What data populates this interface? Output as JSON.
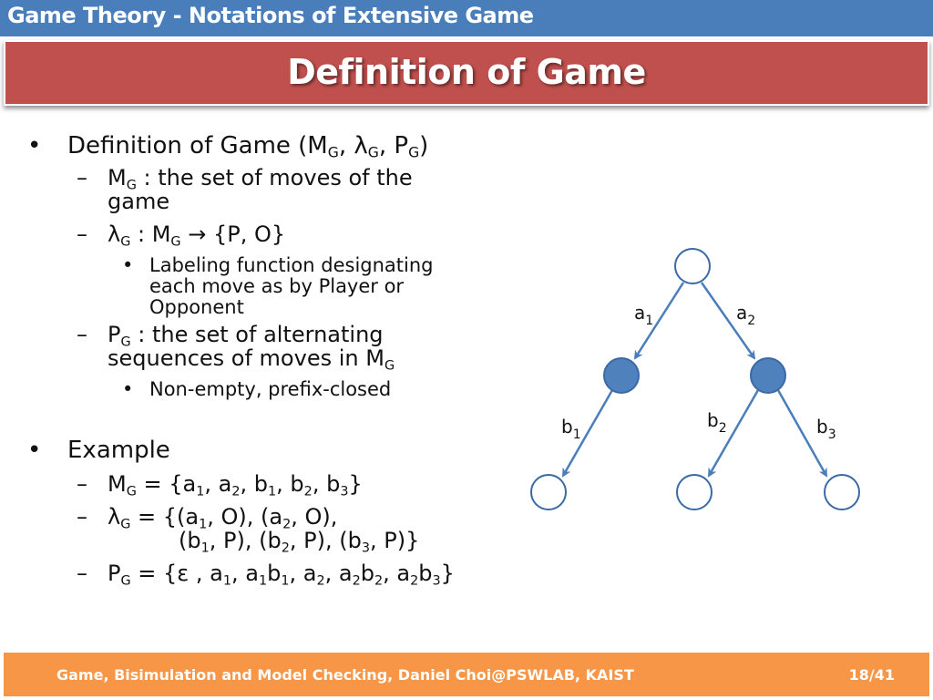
{
  "header": {
    "title": "Game Theory - Notations of Extensive Game"
  },
  "slide": {
    "title": "Definition of Game"
  },
  "content": {
    "def_heading": "Definition of Game (M",
    "def_G1": "G",
    "def_sep1": ", λ",
    "def_G2": "G",
    "def_sep2": ", P",
    "def_G3": "G",
    "def_close": ")",
    "mg_prefix": "M",
    "mg_sub": "G",
    "mg_text_1": " : the set of moves of the",
    "mg_text_2": "game",
    "lambda_prefix": "λ",
    "lambda_sub": "G",
    "lambda_mid": " : M",
    "lambda_sub2": "G",
    "lambda_rest": " → {P, O}",
    "labeling_1": "Labeling function designating",
    "labeling_2": "each move as by Player or",
    "labeling_3": "Opponent",
    "pg_prefix": "P",
    "pg_sub": "G",
    "pg_text_1": " : the set of alternating",
    "pg_text_2": "sequences of moves in M",
    "pg_sub2": "G",
    "nonempty": "Non-empty, prefix-closed",
    "example_heading": "Example",
    "ex_mg": "M",
    "ex_mg_sub": "G",
    "ex_mg_eq": " = {a",
    "ex_mg_s1": "1",
    "ex_mg_c1": ", a",
    "ex_mg_s2": "2",
    "ex_mg_c2": ", b",
    "ex_mg_s3": "1",
    "ex_mg_c3": ", b",
    "ex_mg_s4": "2",
    "ex_mg_c4": ", b",
    "ex_mg_s5": "3",
    "ex_mg_end": "}",
    "ex_l": "λ",
    "ex_l_sub": "G",
    "ex_l_eq": " = {(a",
    "ex_l_s1": "1",
    "ex_l_c1": ", O), (a",
    "ex_l_s2": "2",
    "ex_l_c2": ", O),",
    "ex_l2_a": "(b",
    "ex_l2_s1": "1",
    "ex_l2_c1": ", P), (b",
    "ex_l2_s2": "2",
    "ex_l2_c2": ", P), (b",
    "ex_l2_s3": "3",
    "ex_l2_end": ", P)}",
    "ex_p": "P",
    "ex_p_sub": "G",
    "ex_p_eq": " = {ε , a",
    "ex_p_s1": "1",
    "ex_p_c1": ", a",
    "ex_p_s2": "1",
    "ex_p_c2": "b",
    "ex_p_s3": "1",
    "ex_p_c3": ", a",
    "ex_p_s4": "2",
    "ex_p_c4": ", a",
    "ex_p_s5": "2",
    "ex_p_c5": "b",
    "ex_p_s6": "2",
    "ex_p_c6": ", a",
    "ex_p_s7": "2",
    "ex_p_c7": "b",
    "ex_p_s8": "3",
    "ex_p_end": "}"
  },
  "tree": {
    "edge_labels": [
      {
        "base": "a",
        "sub": "1"
      },
      {
        "base": "a",
        "sub": "2"
      },
      {
        "base": "b",
        "sub": "1"
      },
      {
        "base": "b",
        "sub": "2"
      },
      {
        "base": "b",
        "sub": "3"
      }
    ],
    "colors": {
      "filled_node": "#4f81bd",
      "edge": "#4a7ebb",
      "node_outline": "#3a6aa5",
      "empty_node": "#ffffff"
    }
  },
  "footer": {
    "text": "Game, Bisimulation and Model Checking, Daniel Choi@PSWLAB, KAIST",
    "page": "18/41"
  }
}
